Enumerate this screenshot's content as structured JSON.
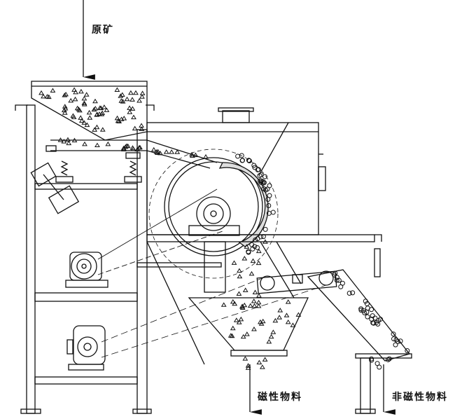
{
  "labels": {
    "feed": "原矿",
    "magnetic_output": "磁性物料",
    "nonmagnetic_output": "非磁性物料"
  },
  "colors": {
    "line": "#111111",
    "background": "#ffffff"
  }
}
